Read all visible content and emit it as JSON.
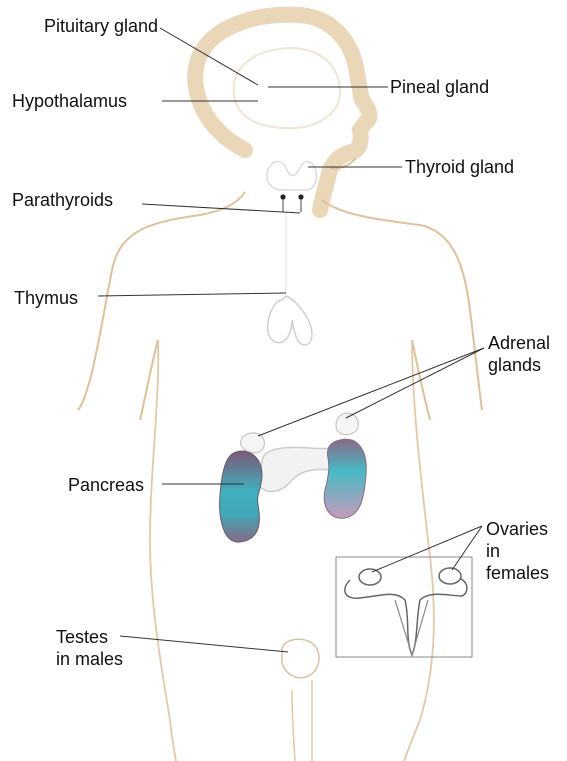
{
  "labels": {
    "pituitary": "Pituitary gland",
    "hypothalamus": "Hypothalamus",
    "pineal": "Pineal gland",
    "thyroid": "Thyroid gland",
    "parathyroids": "Parathyroids",
    "thymus": "Thymus",
    "adrenal": "Adrenal\nglands",
    "pancreas": "Pancreas",
    "ovaries": "Ovaries\nin\nfemales",
    "testes": "Testes\nin males"
  },
  "colors": {
    "skin_outline": "#e3c9a3",
    "head_shade": "#ead9be",
    "pancreas": "#d6d6d6",
    "kidney_purple": "#8a6a86",
    "kidney_teal": "#3fb6c2",
    "kidney_pink": "#c79ab8",
    "leader_line": "#333333"
  }
}
